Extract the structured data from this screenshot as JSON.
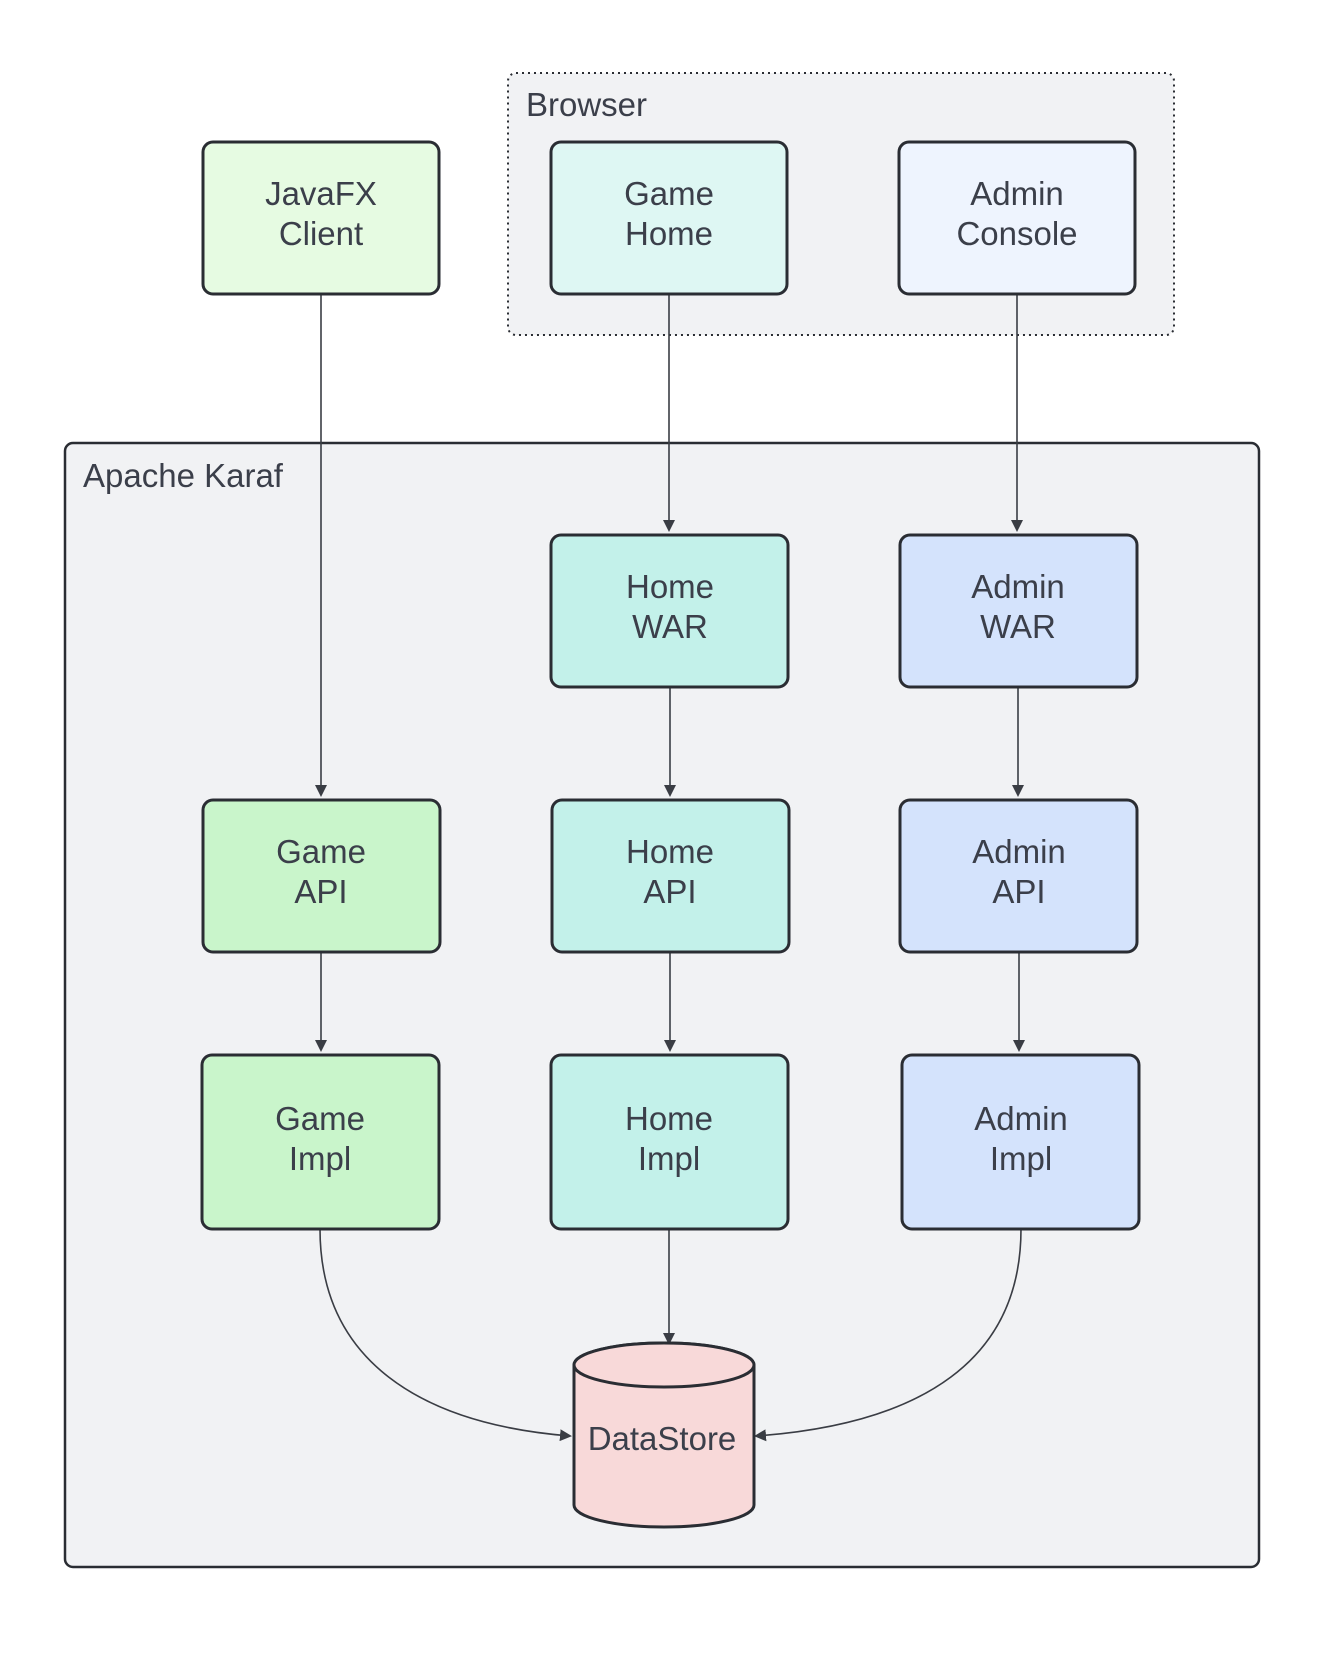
{
  "groups": {
    "browser": {
      "label": "Browser"
    },
    "karaf": {
      "label": "Apache Karaf"
    }
  },
  "nodes": {
    "javafx_client": {
      "line1": "JavaFX",
      "line2": "Client"
    },
    "game_home": {
      "line1": "Game",
      "line2": "Home"
    },
    "admin_console": {
      "line1": "Admin",
      "line2": "Console"
    },
    "home_war": {
      "line1": "Home",
      "line2": "WAR"
    },
    "admin_war": {
      "line1": "Admin",
      "line2": "WAR"
    },
    "game_api": {
      "line1": "Game",
      "line2": "API"
    },
    "home_api": {
      "line1": "Home",
      "line2": "API"
    },
    "admin_api": {
      "line1": "Admin",
      "line2": "API"
    },
    "game_impl": {
      "line1": "Game",
      "line2": "Impl"
    },
    "home_impl": {
      "line1": "Home",
      "line2": "Impl"
    },
    "admin_impl": {
      "line1": "Admin",
      "line2": "Impl"
    },
    "datastore": {
      "label": "DataStore"
    }
  },
  "edges": [
    {
      "from": "javafx_client",
      "to": "game_api"
    },
    {
      "from": "game_home",
      "to": "home_war"
    },
    {
      "from": "admin_console",
      "to": "admin_war"
    },
    {
      "from": "home_war",
      "to": "home_api"
    },
    {
      "from": "admin_war",
      "to": "admin_api"
    },
    {
      "from": "game_api",
      "to": "game_impl"
    },
    {
      "from": "home_api",
      "to": "home_impl"
    },
    {
      "from": "admin_api",
      "to": "admin_impl"
    },
    {
      "from": "game_impl",
      "to": "datastore"
    },
    {
      "from": "home_impl",
      "to": "datastore"
    },
    {
      "from": "admin_impl",
      "to": "datastore"
    }
  ],
  "colors": {
    "group_fill": "#f1f2f4",
    "game_light": "#e6fbe2",
    "game": "#c9f5cb",
    "home_light": "#def7f3",
    "home": "#c3f1ea",
    "admin_light": "#eef4fe",
    "admin": "#d4e3fc",
    "datastore": "#f8d9d9"
  }
}
